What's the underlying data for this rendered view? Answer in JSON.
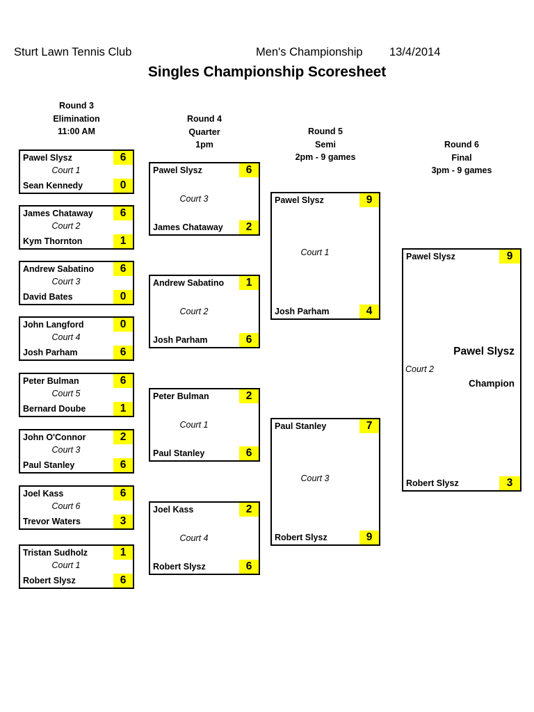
{
  "header": {
    "club": "Sturt Lawn Tennis Club",
    "event": "Men's Championship",
    "date": "13/4/2014",
    "title": "Singles Championship Scoresheet"
  },
  "rounds": [
    {
      "name": "Round 3",
      "stage": "Elimination",
      "time": "11:00 AM"
    },
    {
      "name": "Round 4",
      "stage": "Quarter",
      "time": "1pm"
    },
    {
      "name": "Round 5",
      "stage": "Semi",
      "time": "2pm -  9 games"
    },
    {
      "name": "Round 6",
      "stage": "Final",
      "time": "3pm - 9 games"
    }
  ],
  "round3": [
    {
      "top_name": "Pawel Slysz",
      "top_score": "6",
      "court": "Court 1",
      "bot_name": "Sean Kennedy",
      "bot_score": "0"
    },
    {
      "top_name": "James Chataway",
      "top_score": "6",
      "court": "Court 2",
      "bot_name": "Kym Thornton",
      "bot_score": "1"
    },
    {
      "top_name": "Andrew Sabatino",
      "top_score": "6",
      "court": "Court 3",
      "bot_name": "David Bates",
      "bot_score": "0"
    },
    {
      "top_name": "John Langford",
      "top_score": "0",
      "court": "Court 4",
      "bot_name": "Josh Parham",
      "bot_score": "6"
    },
    {
      "top_name": "Peter Bulman",
      "top_score": "6",
      "court": "Court 5",
      "bot_name": "Bernard Doube",
      "bot_score": "1"
    },
    {
      "top_name": "John O'Connor",
      "top_score": "2",
      "court": "Court 3",
      "bot_name": "Paul Stanley",
      "bot_score": "6"
    },
    {
      "top_name": "Joel Kass",
      "top_score": "6",
      "court": "Court 6",
      "bot_name": "Trevor Waters",
      "bot_score": "3"
    },
    {
      "top_name": "Tristan Sudholz",
      "top_score": "1",
      "court": "Court 1",
      "bot_name": "Robert Slysz",
      "bot_score": "6"
    }
  ],
  "round4": [
    {
      "top_name": "Pawel Slysz",
      "top_score": "6",
      "court": "Court 3",
      "bot_name": "James Chataway",
      "bot_score": "2"
    },
    {
      "top_name": "Andrew Sabatino",
      "top_score": "1",
      "court": "Court 2",
      "bot_name": "Josh Parham",
      "bot_score": "6"
    },
    {
      "top_name": "Peter Bulman",
      "top_score": "2",
      "court": "Court 1",
      "bot_name": "Paul Stanley",
      "bot_score": "6"
    },
    {
      "top_name": "Joel Kass",
      "top_score": "2",
      "court": "Court 4",
      "bot_name": "Robert Slysz",
      "bot_score": "6"
    }
  ],
  "round5": [
    {
      "top_name": "Pawel Slysz",
      "top_score": "9",
      "court": "Court 1",
      "bot_name": "Josh Parham",
      "bot_score": "4"
    },
    {
      "top_name": "Paul Stanley",
      "top_score": "7",
      "court": "Court 3",
      "bot_name": "Robert Slysz",
      "bot_score": "9"
    }
  ],
  "round6": {
    "top_name": "Pawel Slysz",
    "top_score": "9",
    "court": "Court 2",
    "bot_name": "Robert Slysz",
    "bot_score": "3",
    "champion_name": "Pawel Slysz",
    "champion_label": "Champion"
  },
  "colors": {
    "score_highlight": "#ffff00",
    "border": "#000000",
    "background": "#ffffff"
  }
}
